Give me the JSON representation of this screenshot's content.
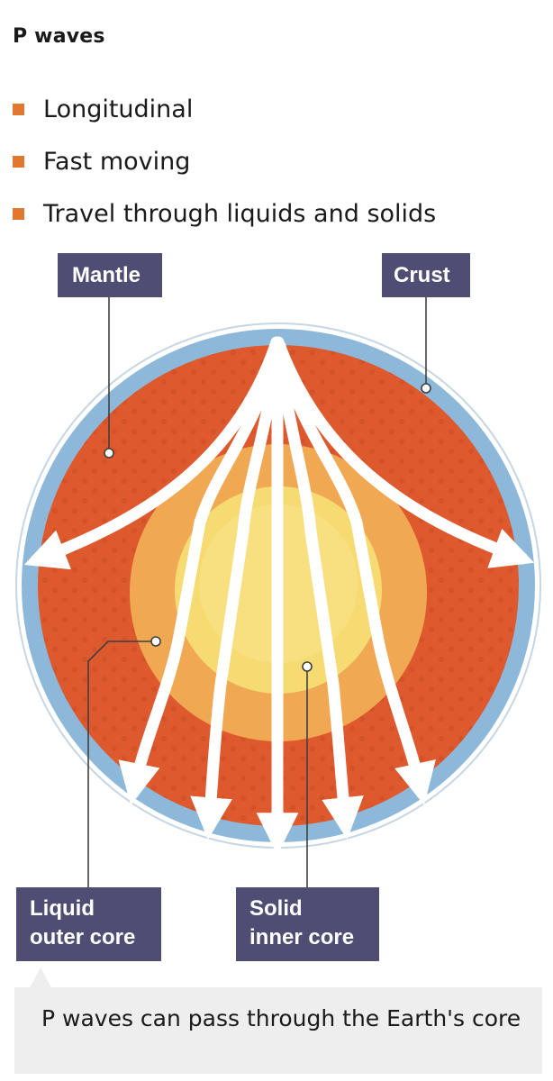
{
  "title": "P waves",
  "bullets": [
    {
      "text": "Longitudinal",
      "color": "#e0782f"
    },
    {
      "text": "Fast moving",
      "color": "#e0782f"
    },
    {
      "text": "Travel through liquids and solids",
      "color": "#e0782f"
    }
  ],
  "labels": {
    "mantle": {
      "lines": [
        "Mantle"
      ]
    },
    "crust": {
      "lines": [
        "Crust"
      ]
    },
    "outer_core": {
      "lines": [
        "Liquid",
        "outer core"
      ]
    },
    "inner_core": {
      "lines": [
        "Solid",
        "inner core"
      ]
    }
  },
  "caption": "P waves can pass through the Earth's core",
  "colors": {
    "crust": "#8db8da",
    "mantle": "#de5a2e",
    "outer_core": "#f0a852",
    "inner_core": "#f6da72",
    "label_bg": "#4f4d73",
    "wave": "#ffffff",
    "caption_bg": "#eeeeee"
  }
}
